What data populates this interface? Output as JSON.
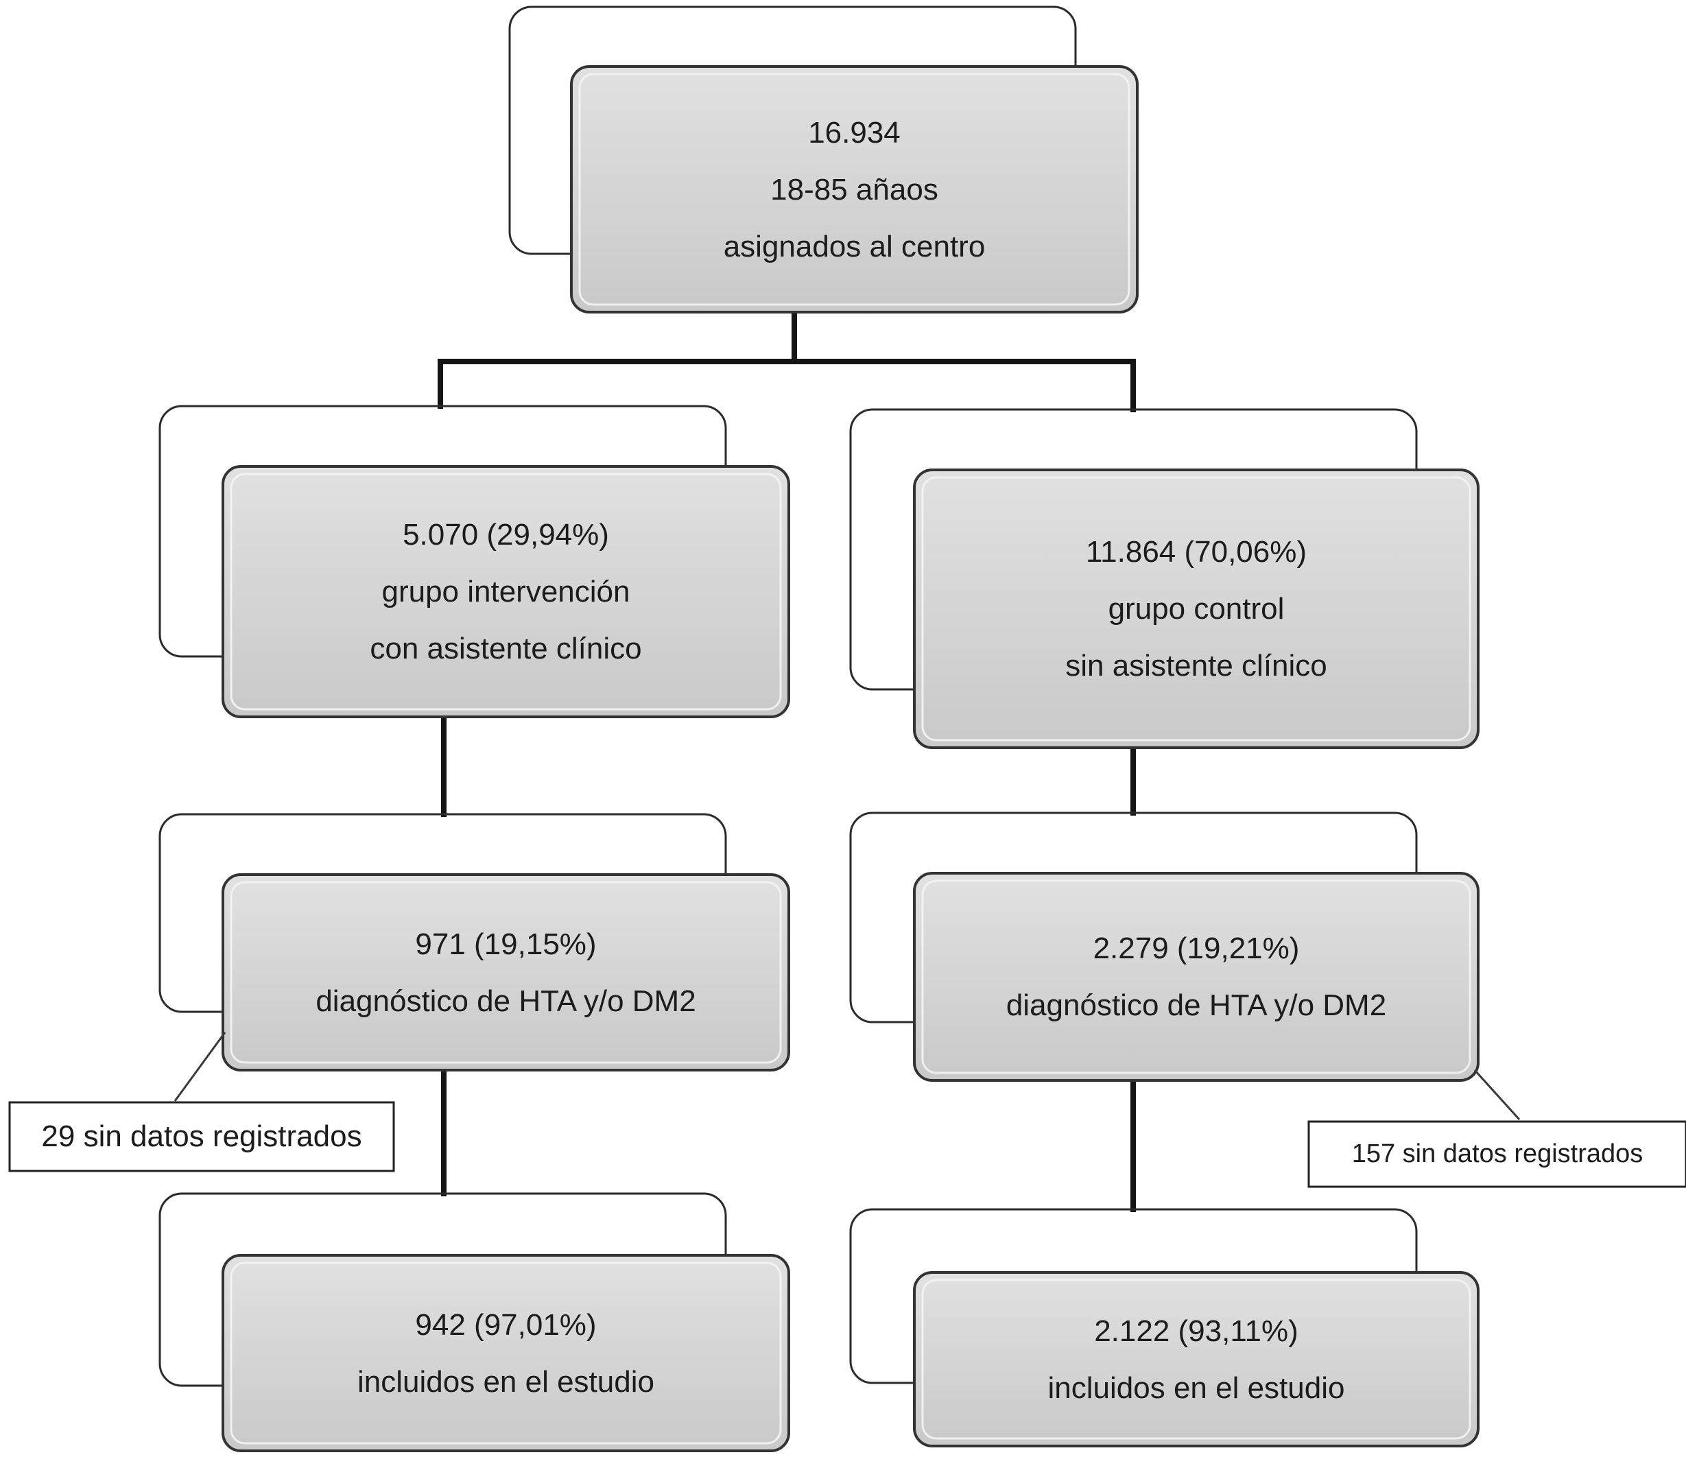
{
  "colors": {
    "box_fill": "#d6d6d7",
    "box_stroke": "#333333",
    "back_stroke": "#2b2b2b",
    "connector": "#151515",
    "note_border": "#222222",
    "text": "#1c1c1c"
  },
  "nodes": {
    "top": {
      "lines": [
        "16.934",
        "18-85 añaos",
        "asignados al centro"
      ]
    },
    "intervention": {
      "lines": [
        "5.070 (29,94%)",
        "grupo intervención",
        "con asistente clínico"
      ]
    },
    "control": {
      "lines": [
        "11.864 (70,06%)",
        "grupo control",
        "sin asistente clínico"
      ]
    },
    "intervention_dx": {
      "lines": [
        "971 (19,15%)",
        "diagnóstico de HTA y/o DM2"
      ]
    },
    "control_dx": {
      "lines": [
        "2.279 (19,21%)",
        "diagnóstico de HTA y/o DM2"
      ]
    },
    "intervention_included": {
      "lines": [
        "942 (97,01%)",
        "incluidos en el estudio"
      ]
    },
    "control_included": {
      "lines": [
        "2.122 (93,11%)",
        "incluidos en el estudio"
      ]
    }
  },
  "exclusions": {
    "intervention": "29 sin datos registrados",
    "control": "157 sin datos registrados"
  }
}
